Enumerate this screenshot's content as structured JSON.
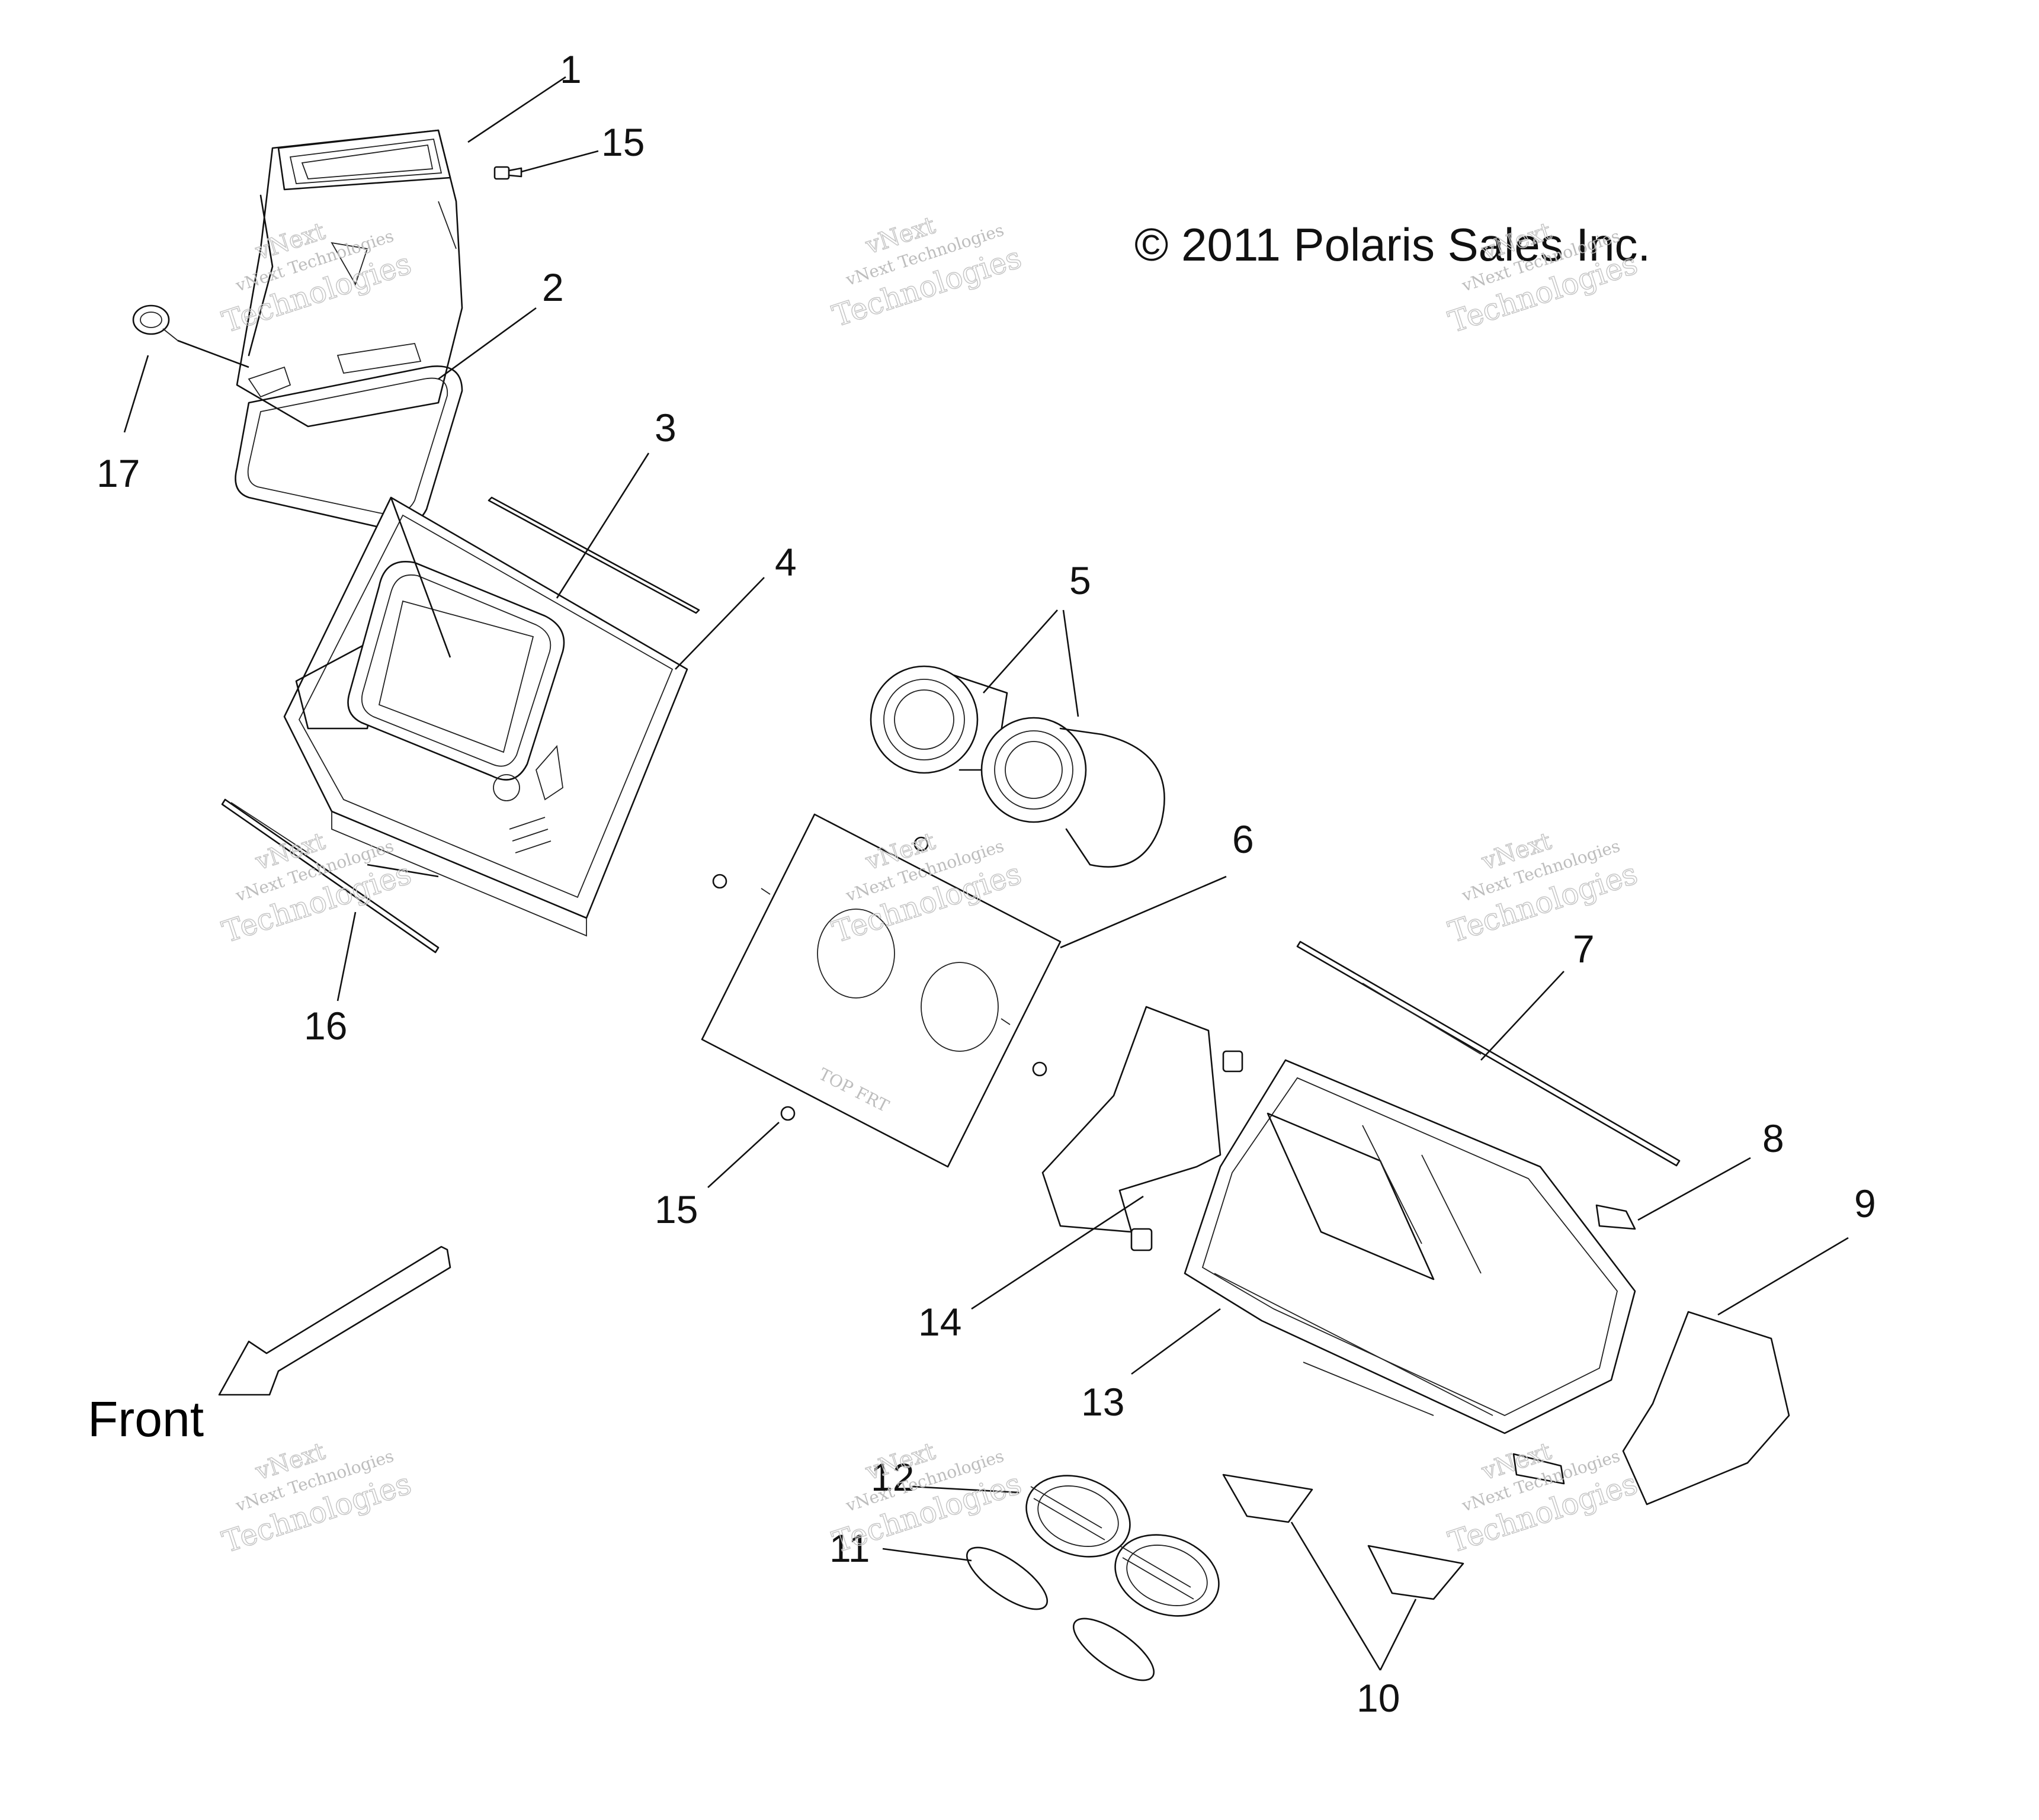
{
  "copyright": "© 2011 Polaris Sales Inc.",
  "direction_label": "Front",
  "watermark": {
    "line1": "vNext",
    "line2": "vNext Technologies",
    "line3": "Technologies"
  },
  "callouts": {
    "c1": "1",
    "c2": "2",
    "c3": "3",
    "c4": "4",
    "c5": "5",
    "c6": "6",
    "c7": "7",
    "c8": "8",
    "c9": "9",
    "c10": "10",
    "c11": "11",
    "c12": "12",
    "c13": "13",
    "c14": "14",
    "c15a": "15",
    "c15b": "15",
    "c16": "16",
    "c17": "17"
  }
}
